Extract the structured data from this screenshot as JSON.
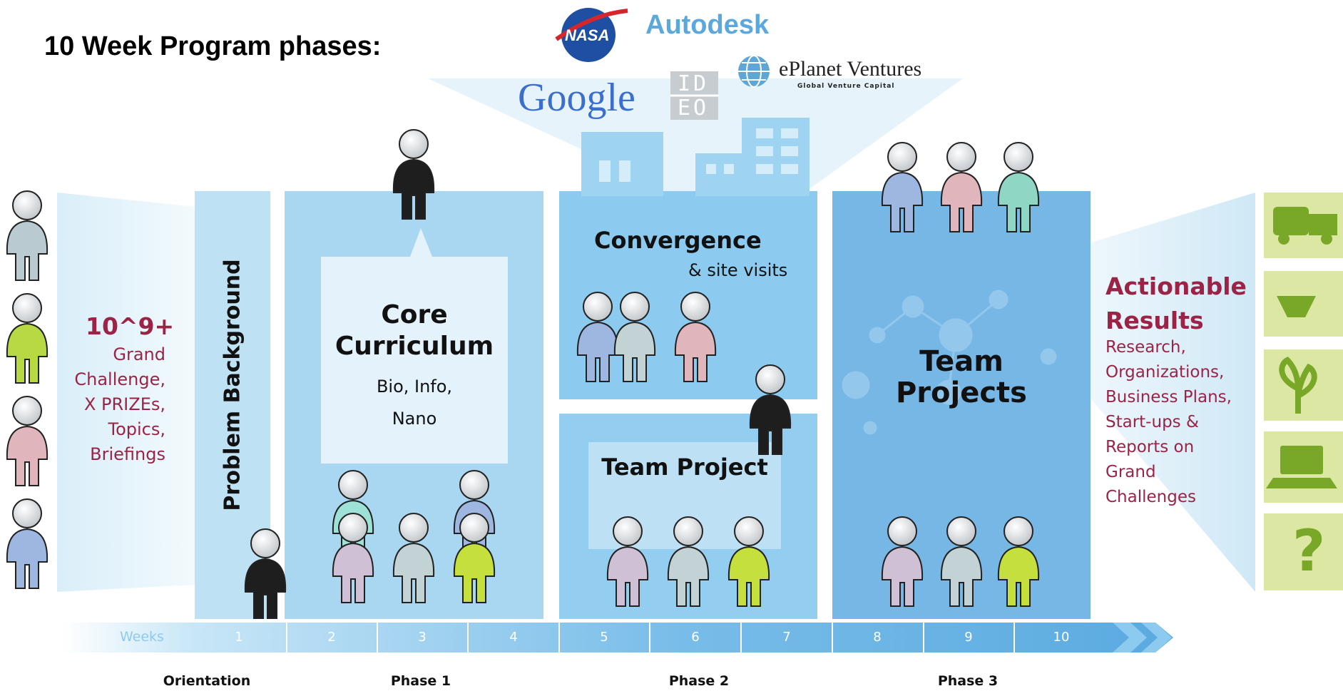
{
  "title": "10 Week Program phases:",
  "logos": {
    "nasa": "NASA",
    "autodesk": "Autodesk",
    "google": "Google",
    "ideo_top": "ID",
    "ideo_bottom": "EO",
    "eplanet": "ePlanet Ventures",
    "eplanet_sub": "Global Venture Capital"
  },
  "left_panel": {
    "big": "10^9+",
    "lines": [
      "Grand",
      "Challenge,",
      "X PRIZEs,",
      "Topics,",
      "Briefings"
    ]
  },
  "blocks": {
    "problem_background": "Problem Background",
    "core_title_1": "Core",
    "core_title_2": "Curriculum",
    "core_sub_1": "Bio, Info,",
    "core_sub_2": "Nano",
    "convergence": "Convergence",
    "site_visits": "& site visits",
    "team_project": "Team Project",
    "team_projects_1": "Team",
    "team_projects_2": "Projects"
  },
  "right_panel": {
    "title_1": "Actionable",
    "title_2": "Results",
    "lines": [
      "Research,",
      "Organizations,",
      "Business Plans,",
      "Start-ups &",
      "Reports on",
      "Grand",
      "Challenges"
    ]
  },
  "timeline": {
    "label": "Weeks",
    "weeks": [
      "1",
      "2",
      "3",
      "4",
      "5",
      "6",
      "7",
      "8",
      "9",
      "10"
    ]
  },
  "phases": [
    "Orientation",
    "Phase 1",
    "Phase 2",
    "Phase 3"
  ],
  "colors": {
    "light_blue": "#c9e6f6",
    "mid_blue": "#8fcbee",
    "dark_blue": "#6fb7e8",
    "accent_red": "#9b2446",
    "green": "#c3d94a"
  }
}
